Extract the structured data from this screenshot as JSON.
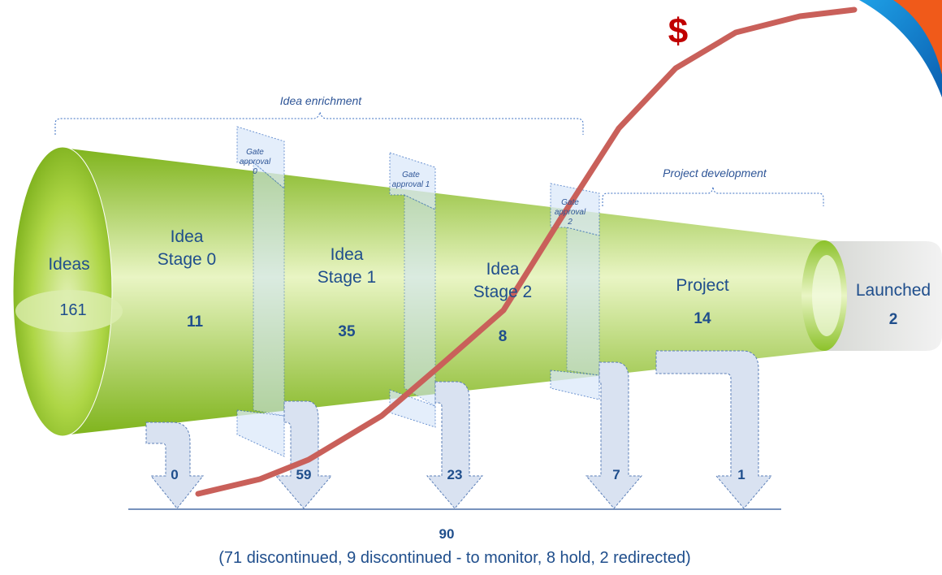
{
  "colors": {
    "funnel_green": "#9ccc2c",
    "funnel_light": "#e3f1b8",
    "curve_red": "#c9605a",
    "text_blue": "#1f4e8c",
    "dollar_red": "#c00000",
    "arrow_fill": "#d9e2f1",
    "gate_fill": "#dbe9fa"
  },
  "icons": {
    "corner_logo": "brand-logo-corner"
  },
  "dollar_sign": "$",
  "brackets": {
    "idea_enrichment": "Idea enrichment",
    "project_development": "Project development"
  },
  "stages": [
    {
      "name": "Ideas",
      "count": "161"
    },
    {
      "name": "Idea\nStage 0",
      "count": "11"
    },
    {
      "name": "Idea\nStage 1",
      "count": "35"
    },
    {
      "name": "Idea\nStage 2",
      "count": "8"
    },
    {
      "name": "Project",
      "count": "14"
    },
    {
      "name": "Launched",
      "count": "2"
    }
  ],
  "gates": [
    {
      "label": "Gate approval 0"
    },
    {
      "label": "Gate approval 1"
    },
    {
      "label": "Gate approval 2"
    }
  ],
  "outflows": [
    "0",
    "59",
    "23",
    "7",
    "1"
  ],
  "total": "90",
  "summary": "(71 discontinued, 9 discontinued - to monitor, 8 hold, 2 redirected)"
}
